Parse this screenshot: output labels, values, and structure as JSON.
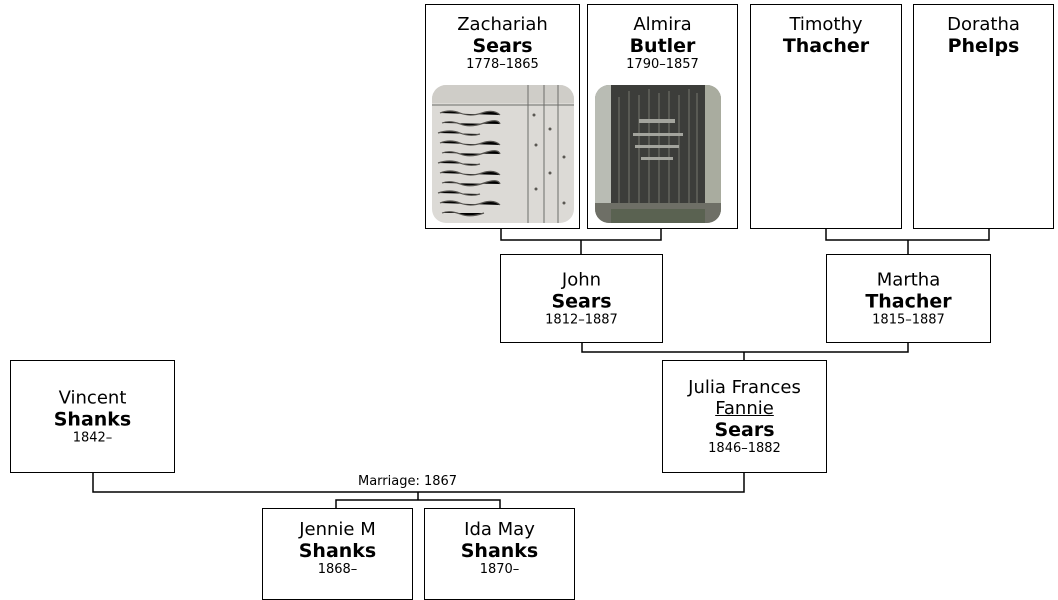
{
  "people": {
    "zachariah": {
      "given": "Zachariah",
      "surname": "Sears",
      "dates": "1778–1865",
      "photo": "census-record-photo"
    },
    "almira": {
      "given": "Almira",
      "surname": "Butler",
      "dates": "1790–1857",
      "photo": "gravestone-photo"
    },
    "timothy": {
      "given": "Timothy",
      "surname": "Thacher"
    },
    "doratha": {
      "given": "Doratha",
      "surname": "Phelps"
    },
    "john": {
      "given": "John",
      "surname": "Sears",
      "dates": "1812–1887"
    },
    "martha": {
      "given": "Martha",
      "surname": "Thacher",
      "dates": "1815–1887"
    },
    "julia": {
      "given": "Julia Frances",
      "nickname": "Fannie",
      "surname": "Sears",
      "dates": "1846–1882"
    },
    "vincent": {
      "given": "Vincent",
      "surname": "Shanks",
      "dates": "1842–"
    },
    "jennie": {
      "given": "Jennie M",
      "surname": "Shanks",
      "dates": "1868–"
    },
    "ida": {
      "given": "Ida May",
      "surname": "Shanks",
      "dates": "1870–"
    }
  },
  "marriage_label": "Marriage: 1867",
  "colors": {
    "line": "#000000",
    "box_border": "#000000",
    "background": "#ffffff"
  }
}
